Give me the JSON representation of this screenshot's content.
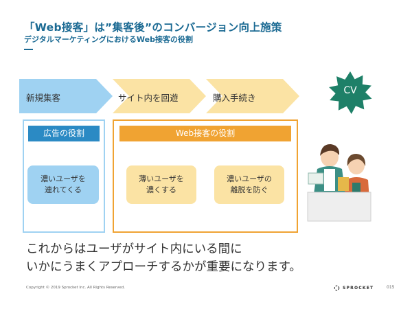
{
  "slide": {
    "title": "「Web接客」は”集客後”のコンバージョン向上施策",
    "subtitle": "デジタルマーケティングにおけるWeb接客の役割",
    "flow_steps": [
      "新規集客",
      "サイト内を回遊",
      "購入手続き"
    ],
    "cv_label": "CV",
    "ad_role": {
      "header": "広告の役割",
      "card": "濃いユーザを\n連れてくる"
    },
    "web_role": {
      "header": "Web接客の役割",
      "cards": [
        "薄いユーザを\n濃くする",
        "濃いユーザの\n離脱を防ぐ"
      ]
    },
    "bottom_text": "これからはユーザがサイト内にいる間に\nいかにうまくアプローチするかが重要になります。"
  },
  "footer": {
    "copyright": "Copyright © 2019 Sprocket Inc. All Rights Reserved.",
    "logo_text": "SPROCKET",
    "page_number": "015"
  },
  "colors": {
    "title": "#1b6a93",
    "ad_light": "#9fd2f2",
    "ad_dark": "#2b8ac4",
    "web_light": "#fbe3a4",
    "web_dark": "#f0a332",
    "cv_star": "#1e8068"
  },
  "icons": [
    "sprocket-logo-icon",
    "shop-clerk-illustration"
  ]
}
